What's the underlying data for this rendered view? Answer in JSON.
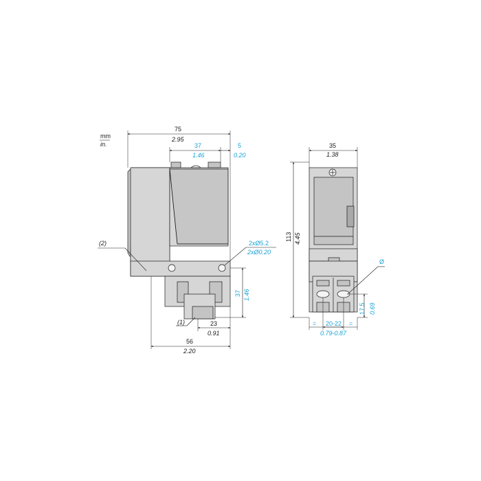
{
  "units": {
    "primary": "mm",
    "secondary": "in."
  },
  "side_view": {
    "width_total": {
      "mm": "75",
      "in": "2.95"
    },
    "width_partial": {
      "mm": "37",
      "in": "1.46"
    },
    "offset_right": {
      "mm": "5",
      "in": "0.20"
    },
    "holes": {
      "mm": "2xØ5.2",
      "in": "2xØ0.20"
    },
    "height_lower": {
      "mm": "37",
      "in": "1.46"
    },
    "width_bottom": {
      "mm": "23",
      "in": "0.91"
    },
    "width_base": {
      "mm": "56",
      "in": "2.20"
    },
    "callout_1": "(1)",
    "callout_2": "(2)"
  },
  "front_view": {
    "width": {
      "mm": "35",
      "in": "1.38"
    },
    "height": {
      "mm": "113",
      "in": "4.45"
    },
    "cable_entry": "Ø",
    "entry_height": {
      "mm": "17.5",
      "in": "0.69"
    },
    "spacing": {
      "mm": "20-22",
      "in": "0.79-0.87"
    },
    "equal_left": "=",
    "equal_right": "="
  },
  "colors": {
    "dimension_black": "#1a1a1a",
    "dimension_blue": "#1aa3d6",
    "body_grey": "#d6d6d6"
  }
}
